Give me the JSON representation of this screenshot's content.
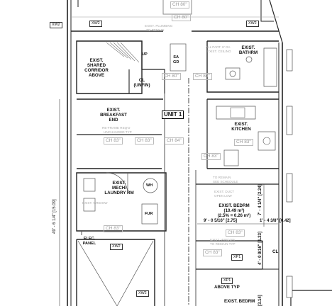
{
  "unit_label": "UNIT 1",
  "rooms": {
    "corridor": [
      "EXIST.",
      "SHARED",
      "CORRIDOR",
      "ABOVE"
    ],
    "closet_unfin": [
      "CL",
      "(UNFIN)"
    ],
    "bathroom": [
      "EXIST.",
      "BATHRM"
    ],
    "breakfast": [
      "EXIST.",
      "BREAKFAST",
      "END"
    ],
    "kitchen": [
      "EXIST.",
      "KITCHEN"
    ],
    "mech": [
      "EXIST.",
      "MECH/",
      "LAUNDRY RM"
    ],
    "bedroom": [
      "EXIST. BEDRM",
      "(10.49 m²)",
      "(2.5% = 0.26 m²)"
    ],
    "closet": "CL",
    "above_typ": "ABOVE TYP",
    "bedroom2": "EXIST. BEDRM",
    "elec_panel": [
      "ELEC.",
      "PANEL"
    ],
    "fur": "FUR",
    "wh": "WH",
    "sa_gd": [
      "SA",
      "GD"
    ],
    "up": "UP"
  },
  "tags": [
    "XW2",
    "XW2",
    "XW2",
    "XW2",
    "XW2",
    "XP1",
    "XP1"
  ],
  "dimensions": {
    "overall": "49' - 6 1/4\" [15.09]",
    "right_vert": "7' - 4 1/4\" [2.24]",
    "small_vert": "4' - 0 9/16\" [1.23]",
    "small_vert2": "[3.14]",
    "horiz_left": "9' - 0 5/16\" [2.75]",
    "horiz_right": "1' - 4 3/8\" [0.42]"
  },
  "ceiling_heights": [
    "CH 80\"",
    "CH 80\"",
    "CH 80\"",
    "CH 84\"",
    "CH 83\"",
    "CH 83\"",
    "CH 84\"",
    "CH 83\"",
    "CH 83\"",
    "CH 83\"",
    "CH 83\"",
    "CH 83\""
  ],
  "faint_notes": [
    "EXIST. PLUMBING",
    "TO REMAIN",
    "ALL PART. 8' OA",
    "EXIST. CEILING",
    "RE-FRAME REQ'D",
    "UNCHANGED TYP",
    "EXIST. WINDOW",
    "TO REMAIN",
    "SEE SCHEDULE",
    "EXIST. DUCT",
    "OPEN LOW",
    "EXIST. WINDOW",
    "TO REMAIN TYP"
  ]
}
